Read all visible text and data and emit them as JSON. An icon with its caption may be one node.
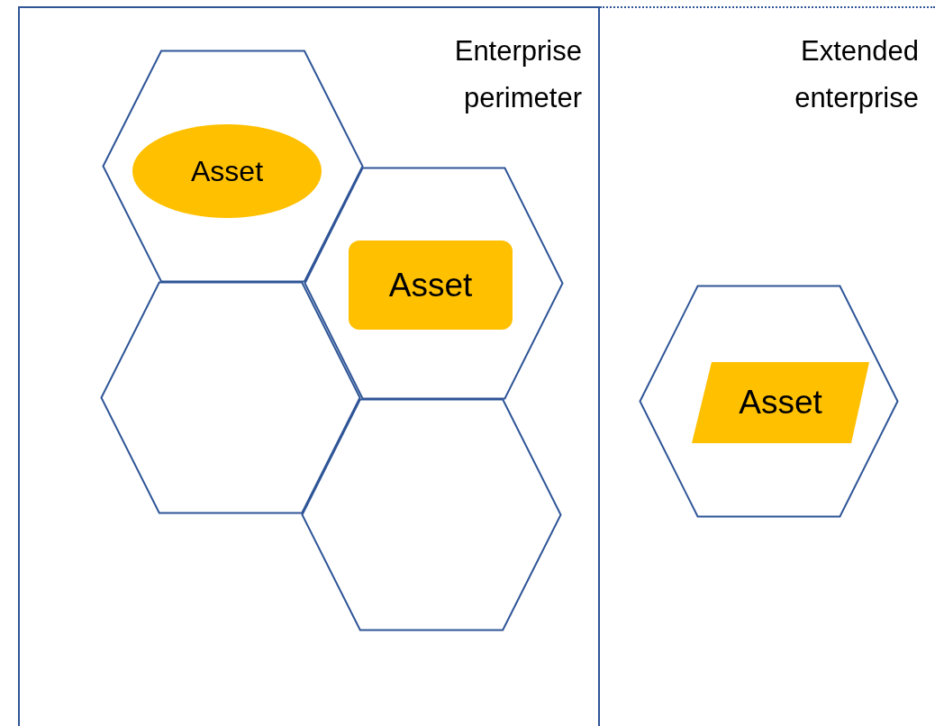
{
  "diagram": {
    "nodes": [
      {
        "text": [
          "Enterprise perimeter"
        ]
      },
      {
        "text": [],
        "shape": "hexagon",
        "in": 0
      },
      {
        "text": [
          "Asset"
        ],
        "in": 1
      },
      {
        "text": [],
        "shape": "hexagon",
        "in": 0
      },
      {
        "text": [
          "Asset"
        ],
        "in": 3
      },
      {
        "text": [],
        "shape": "hexagon",
        "in": 0
      },
      {
        "text": [],
        "shape": "hexagon",
        "in": 0
      },
      {
        "text": [
          "Extended enterprise"
        ]
      },
      {
        "text": [],
        "shape": "hexagon",
        "in": 7
      },
      {
        "text": [
          "Asset"
        ],
        "in": 8
      }
    ],
    "edges": []
  }
}
